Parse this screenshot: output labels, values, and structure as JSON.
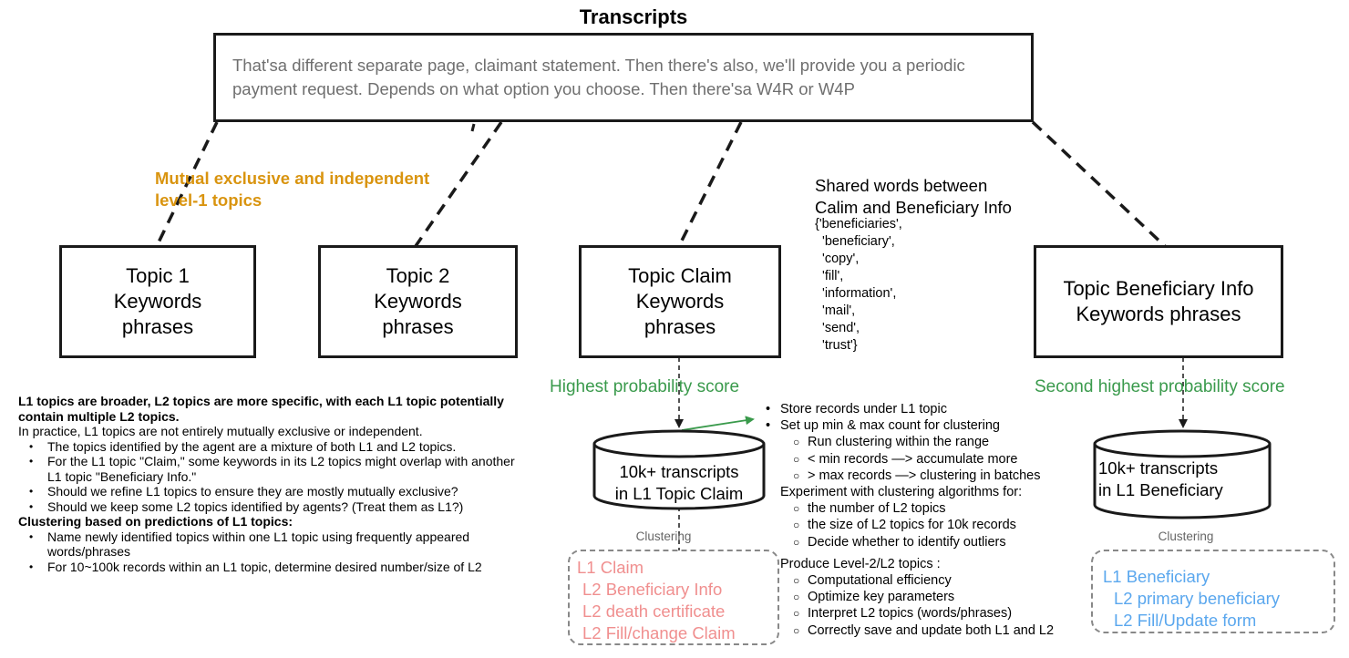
{
  "title": "Transcripts",
  "transcript_text": "That'sa different separate page, claimant statement. Then there's also, we'll provide you a periodic payment request. Depends on what option you choose. Then there'sa W4R or W4P",
  "mutual_label": "Mutual exclusive and independent level-1 topics",
  "topics": {
    "t1": "Topic 1\nKeywords\nphrases",
    "t2": "Topic 2\nKeywords\nphrases",
    "claim": "Topic Claim\nKeywords\nphrases",
    "beneficiary": "Topic Beneficiary Info\nKeywords phrases"
  },
  "shared": {
    "heading": "Shared words between\nCalim and Beneficiary Info",
    "words": "{'beneficiaries',\n  'beneficiary',\n  'copy',\n  'fill',\n  'information',\n  'mail',\n  'send',\n  'trust'}"
  },
  "scores": {
    "highest": "Highest probability score",
    "second": "Second highest probability score"
  },
  "notes": {
    "intro": "L1 topics are broader,  L2 topics are more specific, with each L1 topic potentially contain multiple L2 topics.",
    "practice": "In practice, L1 topics are not entirely mutually exclusive or independent.",
    "practice_items": [
      "The topics identified by the agent are a mixture of both L1 and L2 topics.",
      " For the L1 topic \"Claim,\" some keywords in its L2 topics might overlap with another L1 topic \"Beneficiary Info.\"",
      "Should we refine L1 topics to ensure they are mostly mutually exclusive?",
      "Should we keep some L2 topics identified by agents? (Treat them as L1?)"
    ],
    "clustering_heading": "Clustering based on predictions of L1 topics:",
    "clustering_items": [
      "Name newly identified topics within one L1 topic using frequently appeared words/phrases",
      "For 10~100k records within an L1 topic, determine desired number/size of L2"
    ]
  },
  "steps": {
    "store": "Store records under L1 topic",
    "setup": "Set up min & max count for clustering",
    "setup_sub": [
      "Run clustering within the  range",
      "< min records —> accumulate more",
      "> max records —> clustering in batches"
    ],
    "experiment": "Experiment  with clustering algorithms for:",
    "experiment_sub": [
      "the number of L2 topics",
      "the size of L2 topics for 10k records",
      "Decide whether to identify outliers"
    ],
    "produce": "Produce Level-2/L2 topics :",
    "produce_sub": [
      "Computational efficiency",
      "Optimize key parameters",
      "Interpret L2 topics (words/phrases)",
      "Correctly save and update both L1 and L2"
    ]
  },
  "cylinders": {
    "claim": "10k+ transcripts\nin L1 Topic Claim",
    "beneficiary": "10k+ transcripts\nin L1  Beneficiary"
  },
  "clustering_label": "Clustering",
  "claim_tree": {
    "l1": "L1 Claim",
    "l2": [
      "L2 Beneficiary Info",
      "L2 death certificate",
      "L2 Fill/change Claim"
    ]
  },
  "beneficiary_tree": {
    "l1": "L1 Beneficiary",
    "l2": [
      "L2 primary beneficiary",
      "L2 Fill/Update form"
    ]
  },
  "colors": {
    "orange": "#d9940f",
    "green": "#3a9a4c",
    "pink": "#f08f8f",
    "blue": "#5aa7ee"
  }
}
